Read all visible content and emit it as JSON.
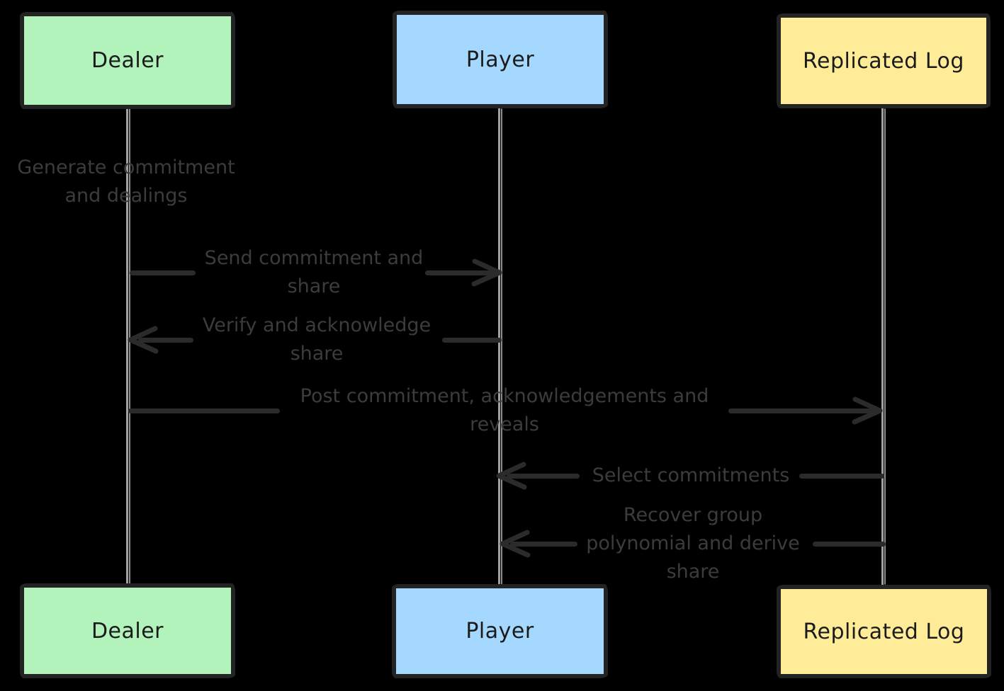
{
  "diagram": {
    "type": "sequence-diagram",
    "background_color": "#000000",
    "colors": {
      "dealer_fill": "#b2f2bb",
      "player_fill": "#a5d8ff",
      "replicated_log_fill": "#ffec99",
      "box_border": "#232323",
      "box_title_text": "#1b1b1b",
      "lifeline": "#a0a0a0",
      "arrow": "#2b2b2b",
      "message_text": "#3c3c3c"
    },
    "actors": [
      {
        "name": "Dealer"
      },
      {
        "name": "Player"
      },
      {
        "name": "Replicated Log"
      }
    ],
    "note": {
      "text": "Generate commitment and dealings",
      "attached_to": "Dealer",
      "line1": "Generate commitment",
      "line2": "and dealings"
    },
    "messages": [
      {
        "text": "Send commitment and share",
        "from": "Dealer",
        "to": "Player",
        "direction": "right",
        "line1": "Send commitment and",
        "line2": "share"
      },
      {
        "text": "Verify and acknowledge share",
        "from": "Player",
        "to": "Dealer",
        "direction": "left",
        "line1": "Verify and acknowledge",
        "line2": "share"
      },
      {
        "text": "Post commitment, acknowledgements and reveals",
        "from": "Dealer",
        "to": "Replicated Log",
        "direction": "right",
        "line1": "Post commitment, acknowledgements and",
        "line2": "reveals"
      },
      {
        "text": "Select commitments",
        "from": "Replicated Log",
        "to": "Player",
        "direction": "left",
        "line1": "Select commitments"
      },
      {
        "text": "Recover group polynomial and derive share",
        "from": "Replicated Log",
        "to": "Player",
        "direction": "left",
        "line1": "Recover group",
        "line2": "polynomial and derive",
        "line3": "share"
      }
    ]
  }
}
